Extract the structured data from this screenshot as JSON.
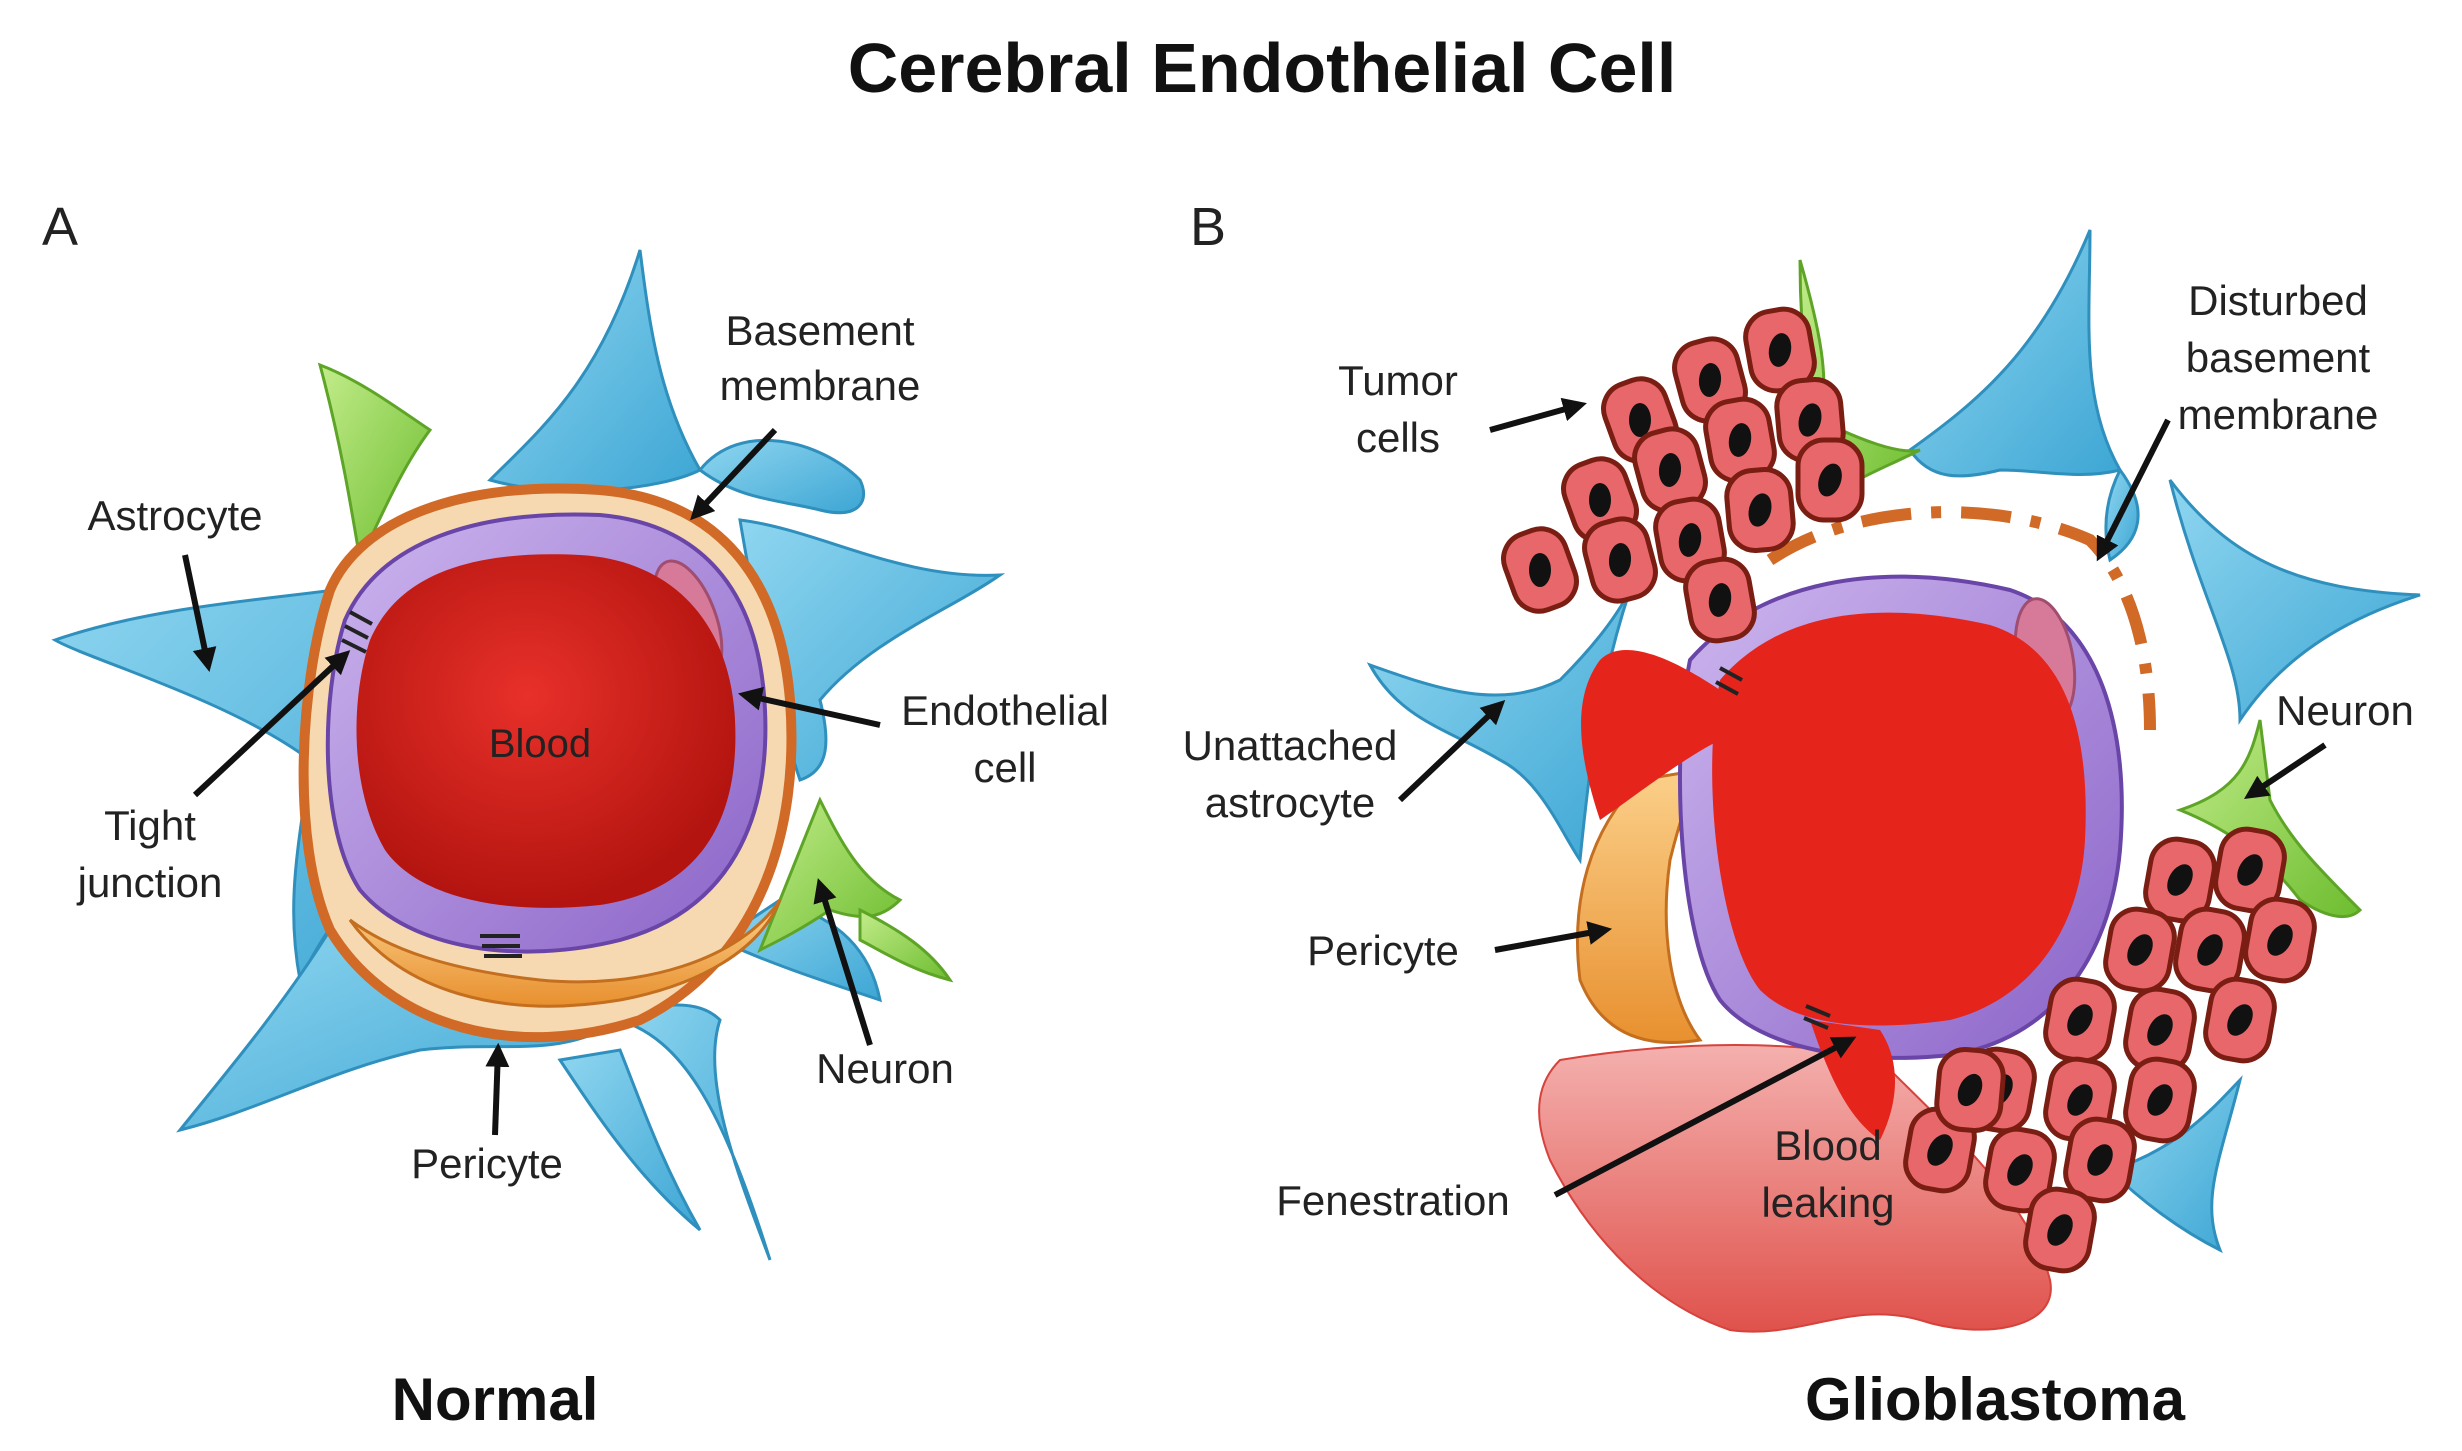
{
  "title": "Cerebral Endothelial Cell",
  "panel_a": {
    "letter": "A",
    "caption": "Normal",
    "labels": {
      "basement_membrane": [
        "Basement",
        "membrane"
      ],
      "astrocyte": "Astrocyte",
      "blood": "Blood",
      "endothelial_cell": [
        "Endothelial",
        "cell"
      ],
      "tight_junction": [
        "Tight",
        "junction"
      ],
      "neuron": "Neuron",
      "pericyte": "Pericyte"
    }
  },
  "panel_b": {
    "letter": "B",
    "caption": "Glioblastoma",
    "labels": {
      "tumor_cells": [
        "Tumor",
        "cells"
      ],
      "disturbed_basement_membrane": [
        "Disturbed",
        "basement",
        "membrane"
      ],
      "unattached_astrocyte": [
        "Unattached",
        "astrocyte"
      ],
      "neuron": "Neuron",
      "pericyte": "Pericyte",
      "fenestration": "Fenestration",
      "blood_leaking": [
        "Blood",
        "leaking"
      ]
    }
  },
  "colors": {
    "astrocyte": "#5bbbe0",
    "neuron": "#8fd24a",
    "blood": "#d9241c",
    "endothelial": "#a98ad6",
    "pericyte": "#f2a94a",
    "basement_membrane": "#d06a26",
    "tumor_cell": "#e8676a",
    "tumor_nucleus": "#111111"
  }
}
